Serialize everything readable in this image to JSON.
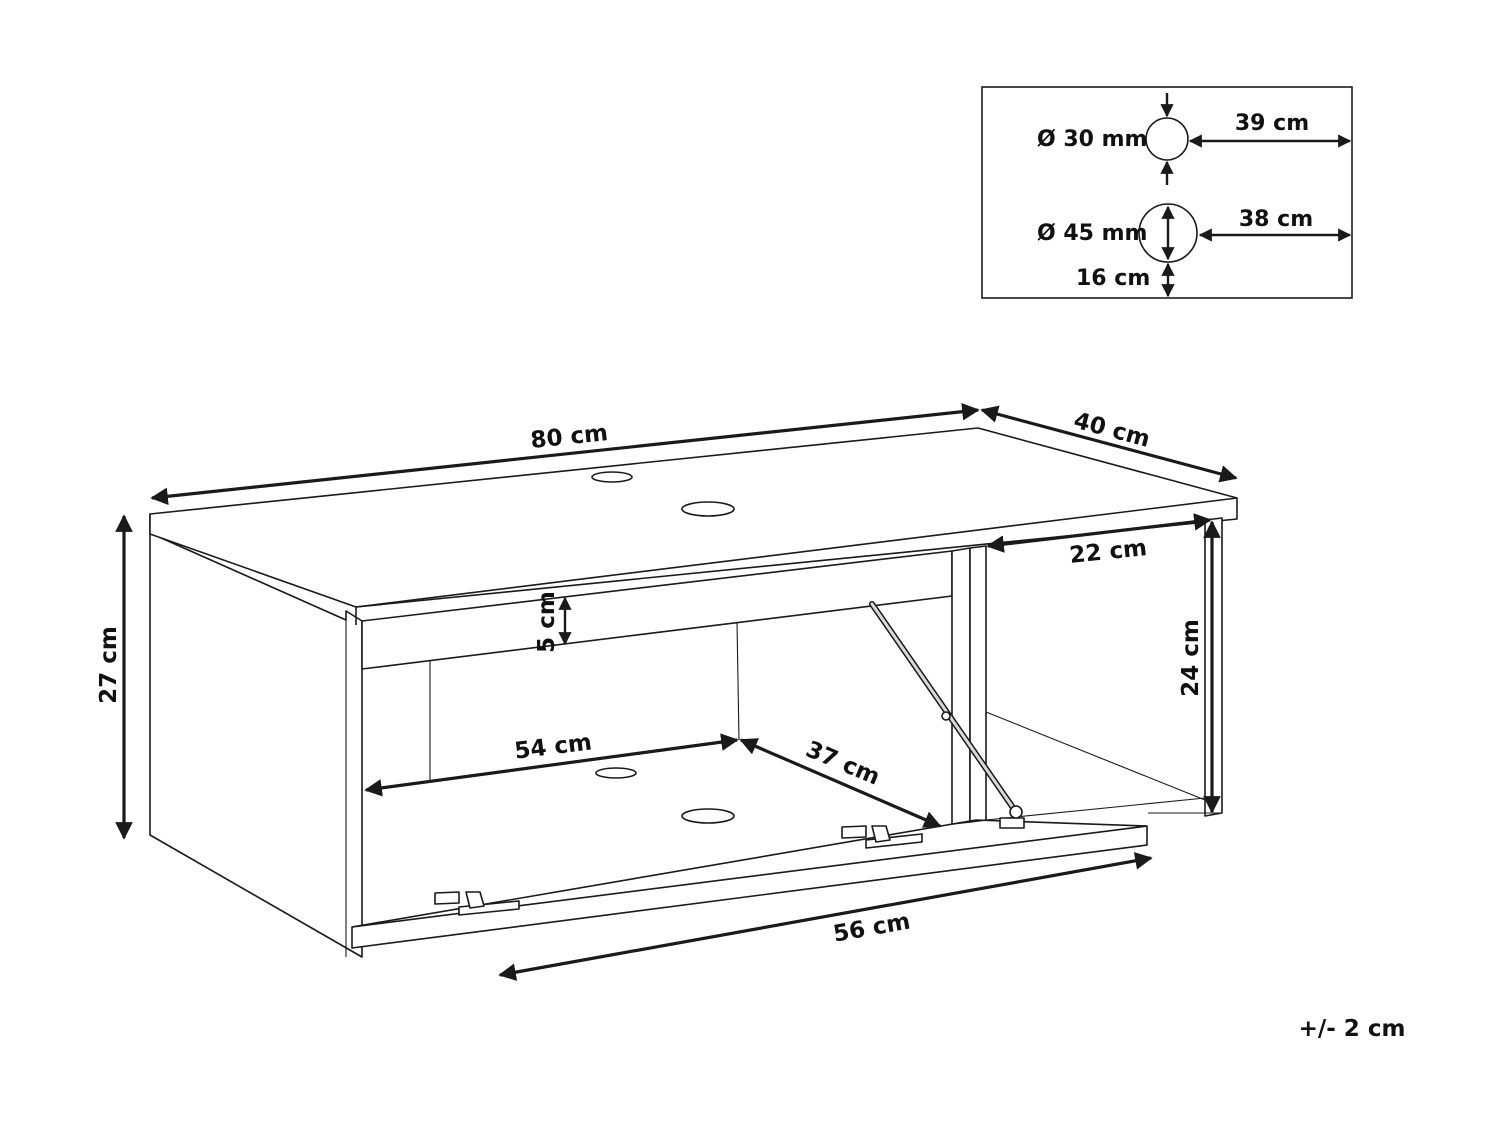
{
  "inset": {
    "hole_small_diameter": "Ø 30 mm",
    "hole_small_offset": "39 cm",
    "hole_large_diameter": "Ø 45 mm",
    "hole_large_offset": "38 cm",
    "hole_large_height": "16 cm"
  },
  "dimensions": {
    "top_width": "80 cm",
    "depth": "40 cm",
    "height": "27 cm",
    "compartment_width": "22 cm",
    "compartment_height": "24 cm",
    "shelf_gap": "5 cm",
    "interior_width": "54 cm",
    "interior_depth": "37 cm",
    "door_width": "56 cm"
  },
  "tolerance": "+/- 2 cm"
}
